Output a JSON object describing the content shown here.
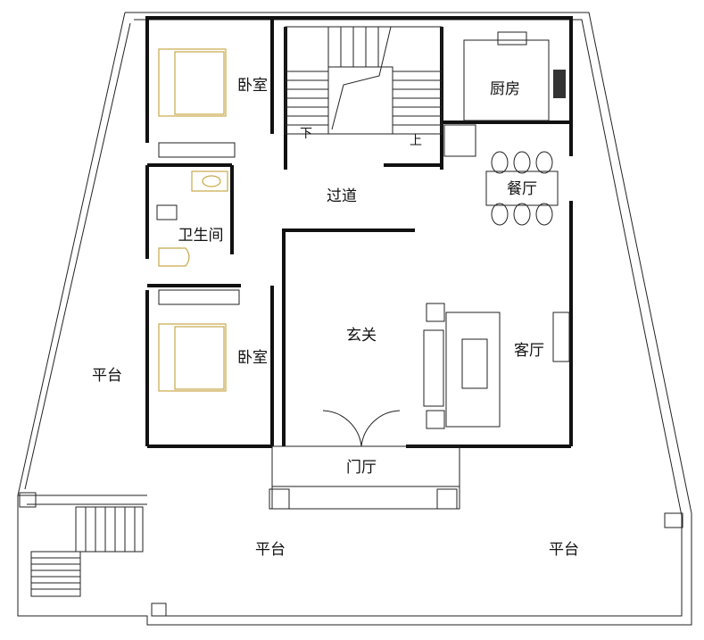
{
  "rooms": {
    "bedroom_top": "卧室",
    "kitchen": "厨房",
    "corridor": "过道",
    "stairs_down": "下",
    "stairs_up": "上",
    "dining": "餐厅",
    "bathroom": "卫生间",
    "foyer": "玄关",
    "living": "客厅",
    "bedroom_bottom": "卧室",
    "terrace_left": "平台",
    "entrance_hall": "门厅",
    "terrace_bottom_left": "平台",
    "terrace_bottom_right": "平台"
  }
}
